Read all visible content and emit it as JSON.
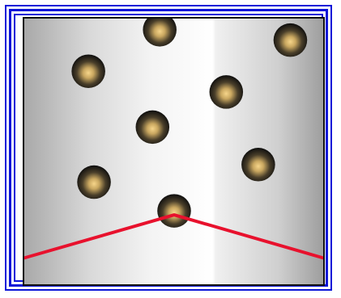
{
  "game": {
    "colors": {
      "frame": "#0a14d8",
      "board_border": "#111111",
      "launcher": "#e8112d",
      "ball_core": "#f6d58a",
      "ball_edge": "#0d0d0d"
    },
    "balls": [
      {
        "id": "ball-1",
        "icon": "glowing-orb-icon"
      },
      {
        "id": "ball-2",
        "icon": "glowing-orb-icon"
      },
      {
        "id": "ball-3",
        "icon": "glowing-orb-icon"
      },
      {
        "id": "ball-4",
        "icon": "glowing-orb-icon"
      },
      {
        "id": "ball-5",
        "icon": "glowing-orb-icon"
      },
      {
        "id": "ball-6",
        "icon": "glowing-orb-icon"
      },
      {
        "id": "ball-7",
        "icon": "glowing-orb-icon"
      },
      {
        "id": "ball-8",
        "icon": "glowing-orb-icon"
      }
    ],
    "launcher": {
      "icon": "aim-lines-icon"
    }
  }
}
